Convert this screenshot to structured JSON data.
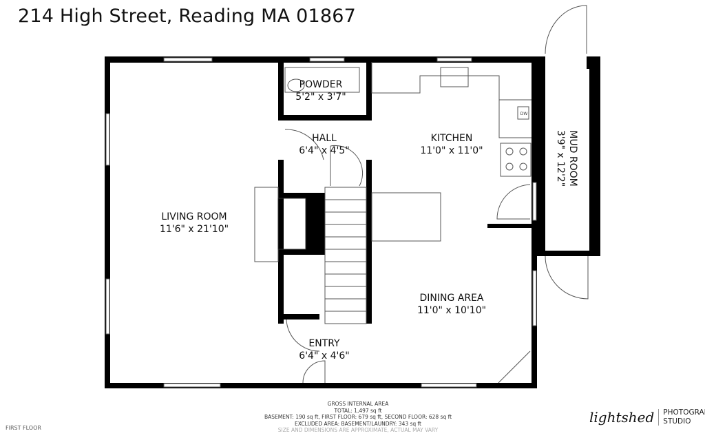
{
  "title": "214 High Street, Reading MA 01867",
  "rooms": [
    {
      "name": "POWDER",
      "size": "5'2\" x 3'7\""
    },
    {
      "name": "HALL",
      "size": "6'4\" x 4'5\""
    },
    {
      "name": "KITCHEN",
      "size": "11'0\" x 11'0\""
    },
    {
      "name": "MUD ROOM",
      "size": "3'9\" x 12'2\""
    },
    {
      "name": "LIVING ROOM",
      "size": "11'6\" x 21'10\""
    },
    {
      "name": "DINING AREA",
      "size": "11'0\" x 10'10\""
    },
    {
      "name": "ENTRY",
      "size": "6'4\" x 4'6\""
    }
  ],
  "appliance_label": "DW",
  "area": {
    "heading": "GROSS INTERNAL AREA",
    "total": "TOTAL: 1,497 sq ft",
    "breakdown": "BASEMENT: 190 sq ft, FIRST FLOOR: 679 sq ft, SECOND FLOOR: 628 sq ft",
    "excluded": "EXCLUDED AREA: BASEMENT/LAUNDRY: 343 sq ft",
    "disclaimer": "SIZE AND DIMENSIONS ARE APPROXIMATE, ACTUAL MAY VARY"
  },
  "floor_label": "FIRST FLOOR",
  "logo": {
    "script": "lightshed",
    "line1": "PHOTOGRAPHY",
    "line2": "STUDIO"
  }
}
